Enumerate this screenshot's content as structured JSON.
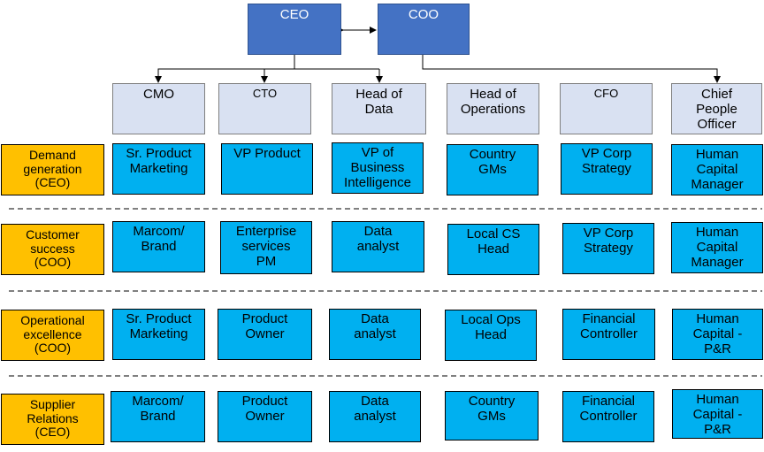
{
  "executives": [
    {
      "label": "CEO"
    },
    {
      "label": "COO"
    }
  ],
  "departments": [
    {
      "label": "CMO"
    },
    {
      "label": "CTO"
    },
    {
      "label": "Head of\nData"
    },
    {
      "label": "Head of\nOperations"
    },
    {
      "label": "CFO"
    },
    {
      "label": "Chief\nPeople\nOfficer"
    }
  ],
  "rows": [
    {
      "label": "Demand\ngeneration\n(CEO)",
      "cells": [
        "Sr. Product\nMarketing",
        "VP Product",
        "VP of\nBusiness\nIntelligence",
        "Country\nGMs",
        "VP Corp\nStrategy",
        "Human\nCapital\nManager"
      ]
    },
    {
      "label": "Customer\nsuccess\n(COO)",
      "cells": [
        "Marcom/\nBrand",
        "Enterprise\nservices\nPM",
        "Data\nanalyst",
        "Local CS\nHead",
        "VP Corp\nStrategy",
        "Human\nCapital\nManager"
      ]
    },
    {
      "label": "Operational\nexcellence\n(COO)",
      "cells": [
        "Sr. Product\nMarketing",
        "Product\nOwner",
        "Data\nanalyst",
        "Local Ops\nHead",
        "Financial\nController",
        "Human\nCapital -\nP&R"
      ]
    },
    {
      "label": "Supplier\nRelations\n(CEO)",
      "cells": [
        "Marcom/\nBrand",
        "Product\nOwner",
        "Data\nanalyst",
        "Country\nGMs",
        "Financial\nController",
        "Human\nCapital -\nP&R"
      ]
    }
  ],
  "colors": {
    "exec": "#4472c4",
    "head": "#d9e1f2",
    "role": "#00b0f0",
    "row": "#ffc000"
  }
}
